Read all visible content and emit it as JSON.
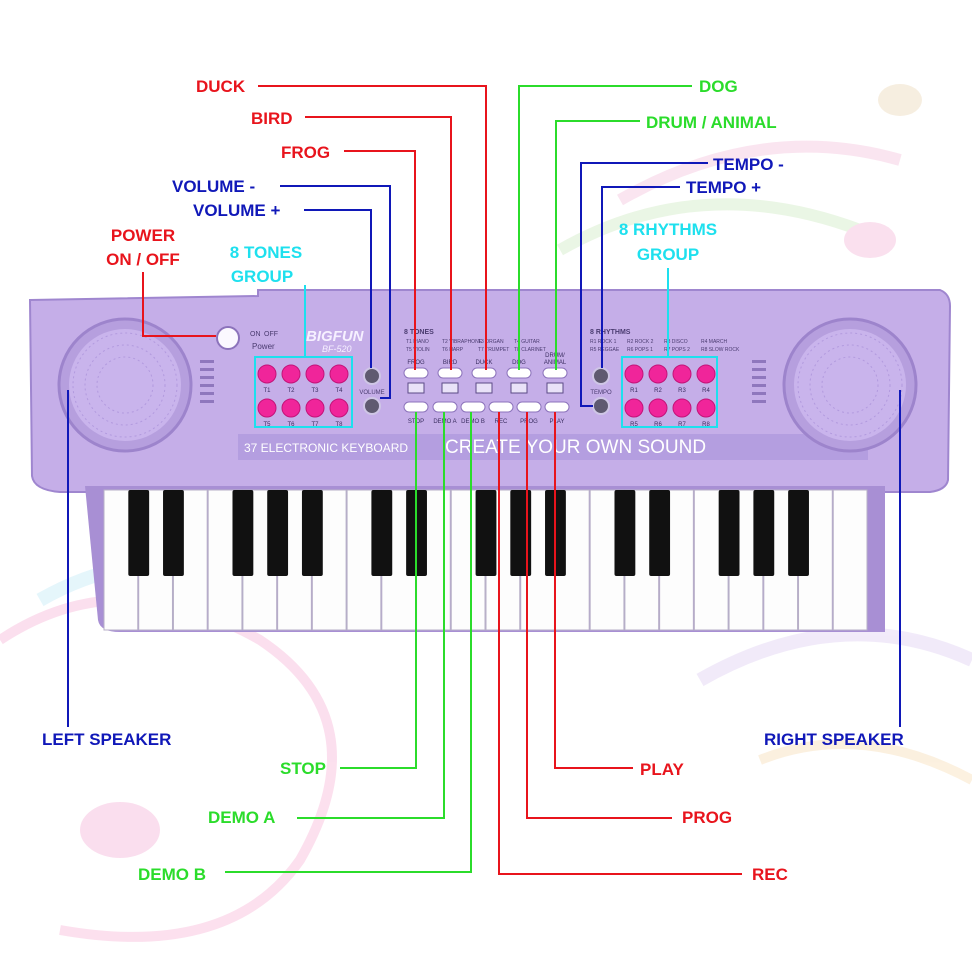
{
  "colors": {
    "red": "#e8141c",
    "green": "#2bdc2b",
    "blue": "#1018b8",
    "cyan": "#1ee0ee",
    "body": "#c5aee8",
    "body_dark": "#a88fd4",
    "pink_button": "#f0259a"
  },
  "callouts": {
    "duck": "DUCK",
    "bird": "BIRD",
    "frog": "FROG",
    "volume_minus": "VOLUME -",
    "volume_plus": "VOLUME +",
    "power_line1": "POWER",
    "power_line2": "ON / OFF",
    "tones_line1": "8 TONES",
    "tones_line2": "GROUP",
    "dog": "DOG",
    "drum_animal": "DRUM / ANIMAL",
    "tempo_minus": "TEMPO -",
    "tempo_plus": "TEMPO +",
    "rhythms_line1": "8 RHYTHMS",
    "rhythms_line2": "GROUP",
    "left_speaker": "LEFT SPEAKER",
    "right_speaker": "RIGHT SPEAKER",
    "stop": "STOP",
    "demo_a": "DEMO A",
    "demo_b": "DEMO B",
    "play": "PLAY",
    "prog": "PROG",
    "rec": "REC"
  },
  "keyboard": {
    "brand": "BIGFUN",
    "model": "BF-520",
    "power_on": "ON",
    "power_off": "OFF",
    "power_label": "Power",
    "volume_label": "VOLUME",
    "tempo_label": "TEMPO",
    "left_caption": "37 ELECTRONIC KEYBOARD",
    "slogan": "CREATE YOUR OWN SOUND",
    "tones_header": "8 TONES",
    "rhythms_header": "8 RHYTHMS",
    "tone_list": [
      "T1 PIANO",
      "T2 VIBRAPHONE",
      "T3 ORGAN",
      "T4 GUITAR",
      "T5 VIOLIN",
      "T6 HARP",
      "T7 TRUMPET",
      "T8 CLARINET"
    ],
    "rhythm_list": [
      "R1 ROCK 1",
      "R2 ROCK 2",
      "R3 DISCO",
      "R4 MARCH",
      "R5 REGGAE",
      "R6 POPS 1",
      "R7 POPS 2",
      "R8 SLOW ROCK"
    ],
    "tone_buttons": [
      "T1",
      "T2",
      "T3",
      "T4",
      "T5",
      "T6",
      "T7",
      "T8"
    ],
    "rhythm_buttons": [
      "R1",
      "R2",
      "R3",
      "R4",
      "R5",
      "R6",
      "R7",
      "R8"
    ],
    "animal_labels": [
      "FROG",
      "BIRD",
      "DUCK",
      "DOG",
      "DRUM/\nANIMAL"
    ],
    "bottom_labels": [
      "STOP",
      "DEMO A",
      "DEMO B",
      "REC",
      "PROG",
      "PLAY"
    ]
  }
}
